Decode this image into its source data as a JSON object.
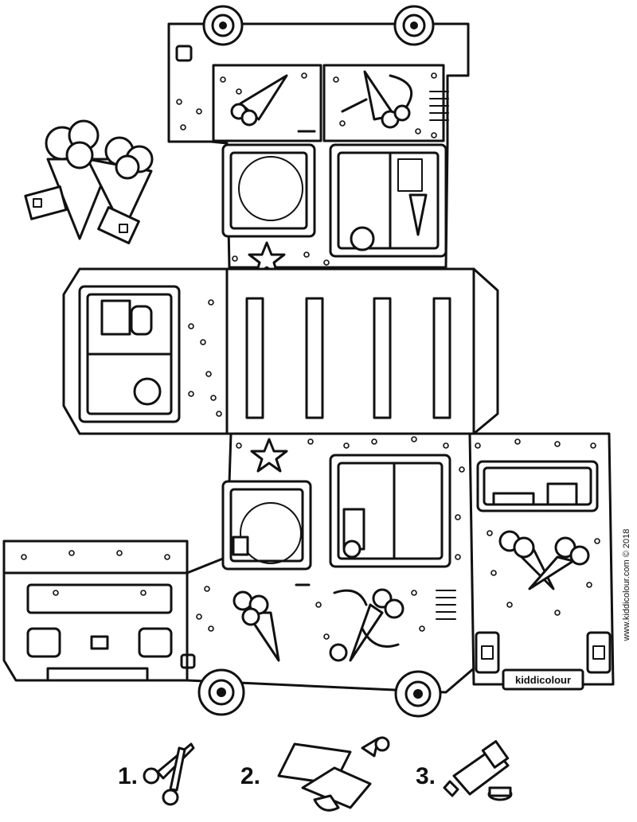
{
  "brand": {
    "label": "kiddicolour"
  },
  "credit": {
    "text": "www.kiddicolour.com © 2018"
  },
  "steps": [
    {
      "number": "1.",
      "icon": "scissors-icon"
    },
    {
      "number": "2.",
      "icon": "fold-paper-icon"
    },
    {
      "number": "3.",
      "icon": "glue-tube-icon"
    }
  ]
}
